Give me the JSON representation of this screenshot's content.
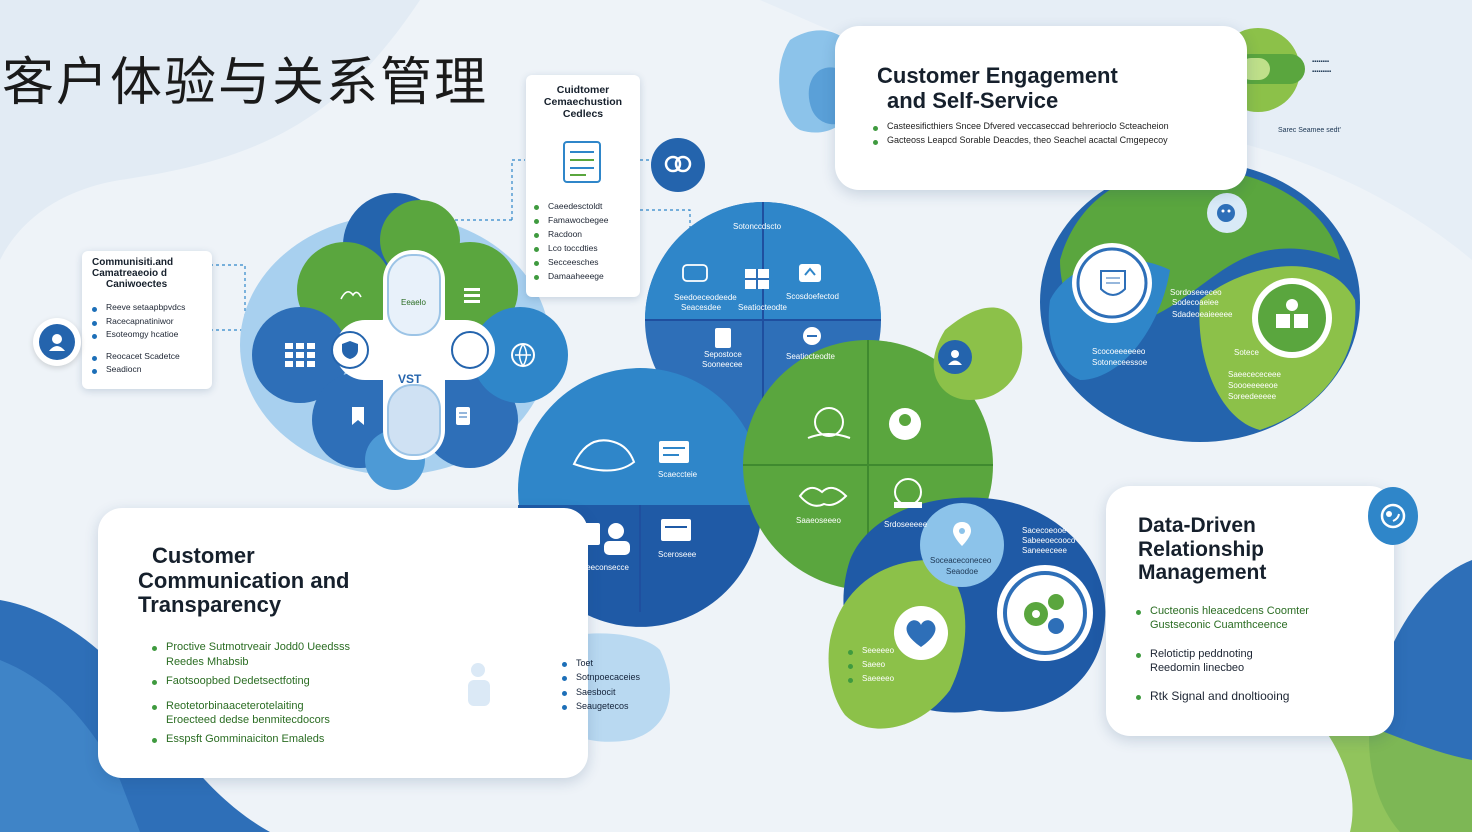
{
  "page_title": "客户体验与关系管理",
  "colors": {
    "blue_dark": "#1f4f9f",
    "blue_mid": "#2f86c9",
    "blue_light": "#8cc3ea",
    "green": "#5aa63e",
    "green_light": "#8cc149",
    "bg": "#eef3f8"
  },
  "card_engagement": {
    "title_line1": "Customer Engagement",
    "title_line2": "and Self-Service",
    "bullets": [
      "Casteesificthiers Sncee Dfvered veccaseccad behrerioclo Scteacheion",
      "Gacteoss Leapcd Sorable Deacdes, theo Seachel acactal Cmgepecoy"
    ],
    "side_note": "Sarec Seamee sedt'"
  },
  "card_communication": {
    "title_line1": "Customer",
    "title_line2": "Communication and",
    "title_line3": "Transparency",
    "bullets": [
      {
        "l1": "Proctive Sutmotrveair Jodd0 Ueedsss",
        "l2": "Reedes Mhabsib"
      },
      {
        "l1": "Faotsoopbed Dedetsectfoting",
        "l2": ""
      },
      {
        "l1": "Reotetorbinaaceterotelaiting",
        "l2": "Eroecteed dedse benmitecdocors"
      },
      {
        "l1": "Esspsft Gomminaiciton Emaleds",
        "l2": ""
      }
    ],
    "pill_items": [
      "Toet",
      "Sotnpoecaceies",
      "Saesbocit",
      "Seaugetecos"
    ]
  },
  "card_data_driven": {
    "title_line1": "Data-Driven",
    "title_line2": "Relationship",
    "title_line3": "Management",
    "bullets": [
      {
        "l1": "Cucteonis hleacedcens Coomter",
        "l2": "Gustseconic Cuamthceence"
      },
      {
        "l1": "Relotictip peddnoting",
        "l2": "Reedomin linecbeo"
      },
      {
        "l1": "Rtk Signal and dnoltiooing",
        "l2": ""
      }
    ]
  },
  "card_comm_channels": {
    "title_line1": "Communisiti.and",
    "title_line2": "Camatreaeoio d",
    "title_line3": "Caniwoectes",
    "bullets": [
      "Reeve setaapbpvdcs",
      "Racecapnatiniwor",
      "Esoteomgy hcatioe",
      "Reocacet Scadetce",
      "Seadiocn"
    ]
  },
  "card_comm_feedback": {
    "title_line1": "Cuidtomer",
    "title_line2": "Cemaechustion",
    "title_line3": "Cedlecs",
    "bullets": [
      "Caeedesctoldt",
      "Famawocbegee",
      "Racdoon",
      "Lco toccdties",
      "Secceesches",
      "Damaaheeege"
    ]
  },
  "hub_labels": {
    "top": "Eeaelo",
    "mid": "VST"
  },
  "blue_circle": {
    "top_label": "Sotonccdscto",
    "q1": "Seedoeceodeede",
    "q1b": "Seacesdee",
    "q2": "Seatiocteodte",
    "q3": "Sepostoce",
    "q3b": "Sooneecee",
    "q4": "Scosdoefectod"
  },
  "center_labels": {
    "ticket": "Scaeccteie",
    "screen": "Sceroseee",
    "bottom": "Seneeconsecce",
    "gl": "Saaeoseeeo",
    "gr": "Srdoseeeee"
  },
  "right_circle": {
    "q_top": "Sordoseeeceo",
    "q_a": "Sodecoaeiee",
    "q_b": "Sdadeoeaieeeee",
    "a1": "Scocoeeeeeeo",
    "a2": "Sotoneceessoe",
    "a3": "Sotece",
    "a4": "Saeecececeee",
    "a5": "Soooeeeeeoe",
    "a6": "Soreedeeeee"
  },
  "lower_blob": {
    "pin": "Soceaceconeceo",
    "pin2": "Seaodoe",
    "r1": "Sacecoeooe",
    "r2": "Sabeeoecooco",
    "r3": "Saneeeceee",
    "g1": "Seeeeeo",
    "g2": "Saeeo",
    "g3": "Saeeeeo"
  }
}
